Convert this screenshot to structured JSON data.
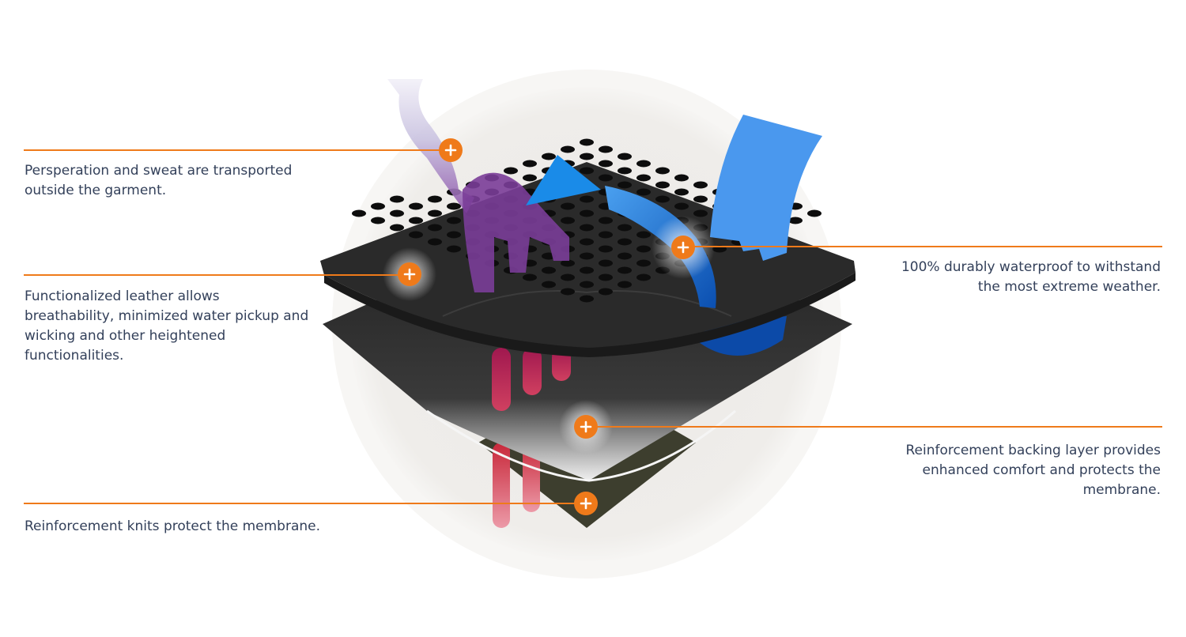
{
  "accent_color": "#ef7a1a",
  "text_color": "#33405a",
  "layers": [
    {
      "id": "leather",
      "name": "perforated-leather-layer",
      "color": "#2a2a2a"
    },
    {
      "id": "membrane",
      "name": "waterproof-membrane-layer",
      "color": "#3a3a3a"
    },
    {
      "id": "backing",
      "name": "reinforcement-backing-layer",
      "color": "#3d3e2e"
    }
  ],
  "callouts": [
    {
      "id": "sweat",
      "side": "left",
      "icon": "plus-icon",
      "text": "Persperation and sweat are transported\noutside the garment."
    },
    {
      "id": "leather",
      "side": "left",
      "icon": "plus-icon",
      "text": "Functionalized leather allows\nbreathability, minimized water pickup and\nwicking and other heightened\nfunctionalities."
    },
    {
      "id": "knits",
      "side": "left",
      "icon": "plus-icon",
      "text": "Reinforcement knits protect the  membrane."
    },
    {
      "id": "waterproof",
      "side": "right",
      "icon": "plus-icon",
      "text": "100% durably waterproof to withstand\nthe most extreme weather."
    },
    {
      "id": "backing",
      "side": "right",
      "icon": "plus-icon",
      "text": "Reinforcement backing layer provides\nenhanced comfort and protects the\nmembrane."
    }
  ]
}
